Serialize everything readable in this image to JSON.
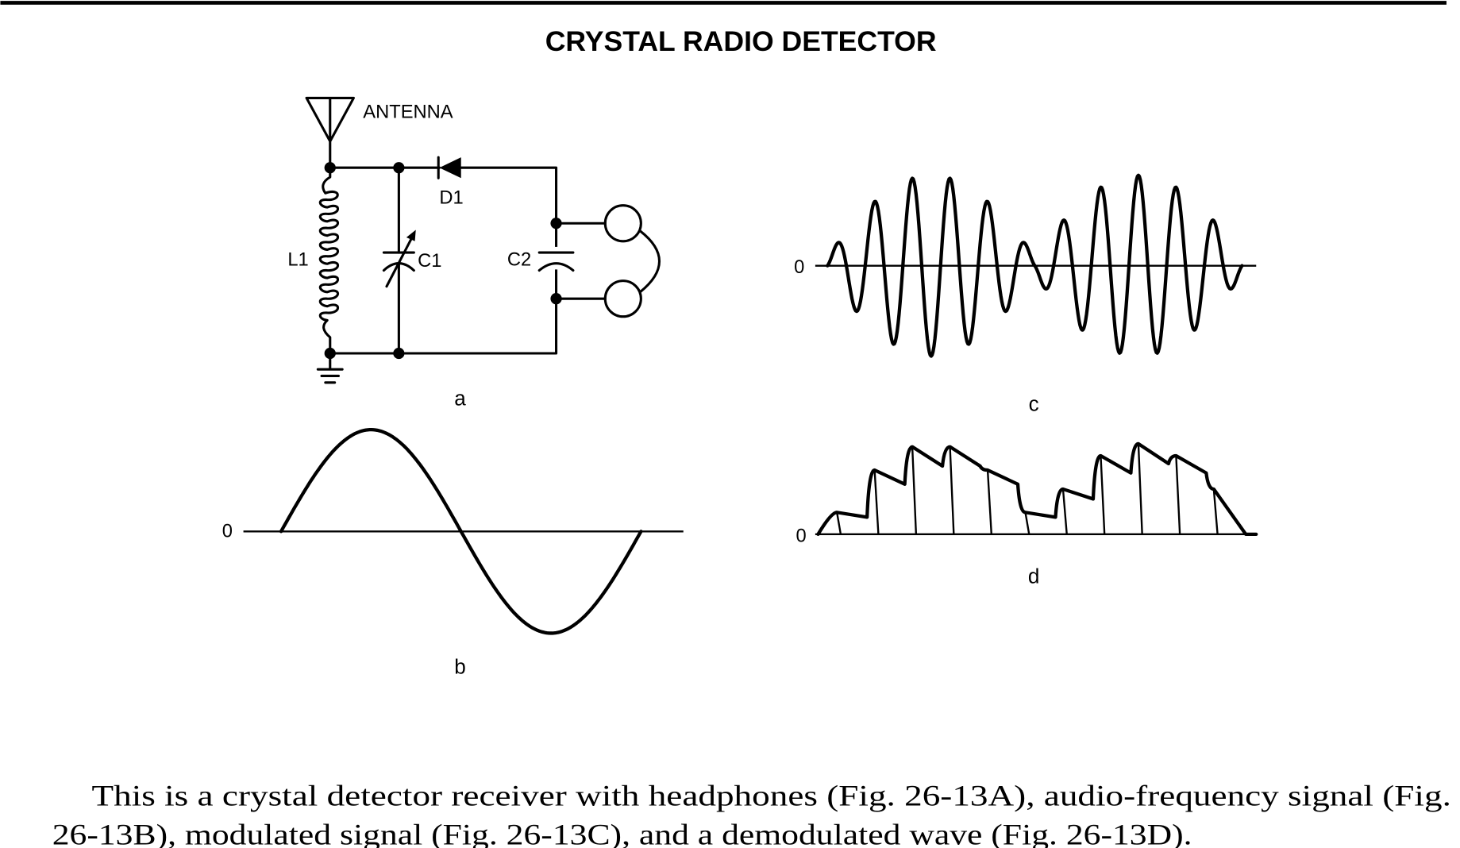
{
  "title": "CRYSTAL RADIO DETECTOR",
  "circuit": {
    "antenna_label": "ANTENNA",
    "diode_label": "D1",
    "inductor_label": "L1",
    "variable_capacitor_label": "C1",
    "capacitor_label": "C2"
  },
  "panels": {
    "a": "a",
    "b": "b",
    "c": "c",
    "d": "d"
  },
  "zero_label": "0",
  "caption": {
    "line1": "This is a crystal detector receiver with headphones (Fig. 26-13A), audio-frequency signal (Fig.",
    "line2": "26-13B), modulated signal (Fig. 26-13C), and a demodulated wave (Fig. 26-13D)."
  },
  "colors": {
    "ink": "#000000",
    "paper": "#ffffff"
  }
}
